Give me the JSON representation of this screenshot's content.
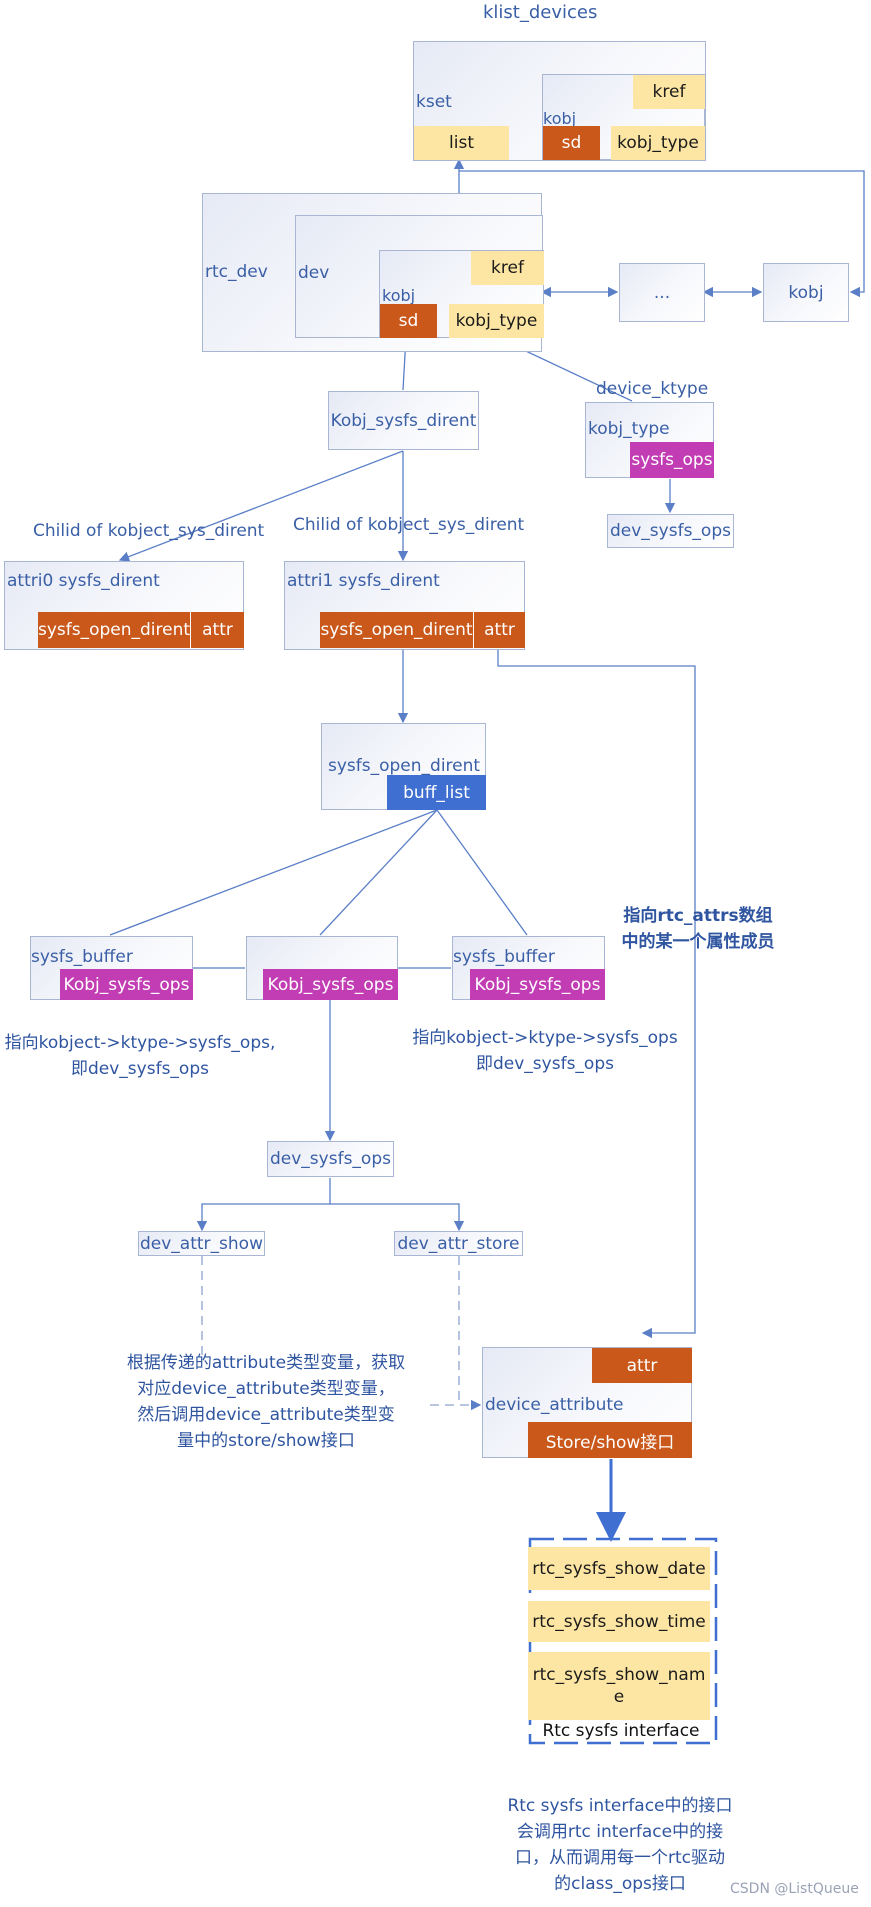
{
  "title": "klist_devices",
  "kset": {
    "label": "kset",
    "list": "list",
    "kobj": "kobj",
    "kref": "kref",
    "sd": "sd",
    "kobj_type": "kobj_type"
  },
  "rtc_dev": {
    "label": "rtc_dev",
    "dev": "dev",
    "kobj": "kobj",
    "kref": "kref",
    "sd": "sd",
    "kobj_type": "kobj_type"
  },
  "chain": {
    "ellipsis": "...",
    "kobj": "kobj"
  },
  "kobj_sysfs_dirent": "Kobj_sysfs_dirent",
  "device_ktype": {
    "caption": "device_ktype",
    "kobj_type": "kobj_type",
    "sysfs_ops": "sysfs_ops",
    "dev_sysfs_ops": "dev_sysfs_ops"
  },
  "child_captions": [
    "Chilid of kobject_sys_dirent",
    "Chilid of kobject_sys_dirent"
  ],
  "attri0": {
    "label": "attri0 sysfs_dirent",
    "open": "sysfs_open_dirent",
    "attr": "attr"
  },
  "attri1": {
    "label": "attri1 sysfs_dirent",
    "open": "sysfs_open_dirent",
    "attr": "attr"
  },
  "open_dirent": {
    "label": "sysfs_open_dirent",
    "buff_list": "buff_list"
  },
  "buffers": [
    {
      "label": "sysfs_buffer",
      "ops": "Kobj_sysfs_ops"
    },
    {
      "label": "",
      "ops": "Kobj_sysfs_ops"
    },
    {
      "label": "sysfs_buffer",
      "ops": "Kobj_sysfs_ops"
    }
  ],
  "note_ktype_left": [
    "指向kobject->ktype->sysfs_ops,",
    "即dev_sysfs_ops"
  ],
  "note_ktype_right": [
    "指向kobject->ktype->sysfs_ops",
    "即dev_sysfs_ops"
  ],
  "note_attrs": [
    "指向rtc_attrs数组",
    "中的某一个属性成员"
  ],
  "dev_sysfs_ops": "dev_sysfs_ops",
  "dev_attr_show": "dev_attr_show",
  "dev_attr_store": "dev_attr_store",
  "note_lookup": [
    "根据传递的attribute类型变量，获取",
    "对应device_attribute类型变量，",
    "然后调用device_attribute类型变",
    "量中的store/show接口"
  ],
  "device_attribute": {
    "label": "device_attribute",
    "attr": "attr",
    "store_show": "Store/show接口"
  },
  "rtc_interface": {
    "items": [
      "rtc_sysfs_show_date",
      "rtc_sysfs_show_time",
      "rtc_sysfs_show_nam",
      "e"
    ],
    "caption": "Rtc sysfs interface"
  },
  "note_bottom": [
    "Rtc sysfs interface中的接口",
    "会调用rtc interface中的接",
    "口，从而调用每一个rtc驱动",
    "的class_ops接口"
  ],
  "watermark": "CSDN @ListQueue",
  "colors": {
    "line": "#5b7fc7",
    "yellow": "#fde6a3",
    "orange": "#c9581a",
    "magenta": "#c23cb4",
    "blue": "#3f6fd0"
  }
}
